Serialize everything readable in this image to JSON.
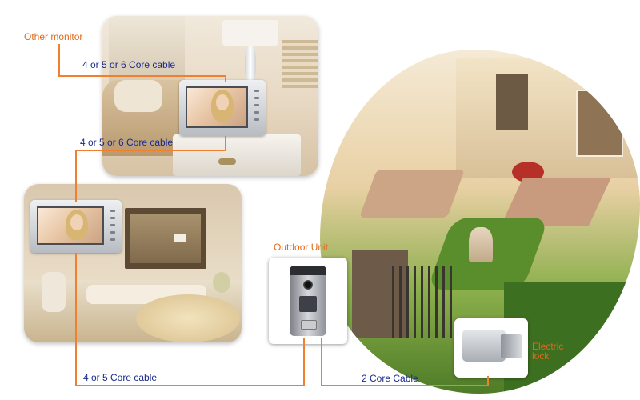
{
  "labels": {
    "other_monitor": "Other monitor",
    "cable_top": "4 or 5 or 6 Core cable",
    "cable_mid": "4 or 5 or 6 Core cable",
    "cable_bottom": "4 or 5 Core cable",
    "outdoor_unit": "Outdoor Unit",
    "electric_lock_line1": "Electric",
    "electric_lock_line2": "lock",
    "cable_lock": "2 Core Cable"
  },
  "colors": {
    "cable": "#f08030",
    "label_orange": "#e06a1c",
    "label_blue": "#1b2a8c"
  }
}
